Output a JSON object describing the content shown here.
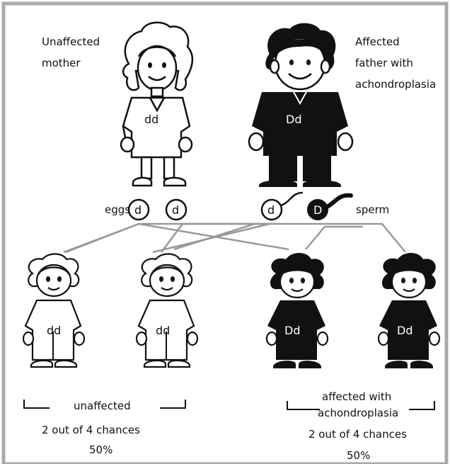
{
  "parents": {
    "mother": {
      "label_line1": "Unaffected",
      "label_line2": "mother",
      "genotype": "dd"
    },
    "father": {
      "label_line1": "Affected",
      "label_line2": "father with",
      "label_line3": "achondroplasia",
      "genotype": "Dd"
    }
  },
  "gametes": {
    "eggs_label": "eggs",
    "sperm_label": "sperm",
    "eggs": [
      "d",
      "d"
    ],
    "sperm": [
      "d",
      "D"
    ]
  },
  "children": [
    {
      "genotype": "dd",
      "affected": false
    },
    {
      "genotype": "dd",
      "affected": false
    },
    {
      "genotype": "Dd",
      "affected": true
    },
    {
      "genotype": "Dd",
      "affected": true
    }
  ],
  "groups": {
    "unaffected": {
      "label": "unaffected",
      "chances": "2 out of 4 chances",
      "percent": "50%"
    },
    "affected": {
      "label_line1": "affected with",
      "label_line2": "achondroplasia",
      "chances": "2 out of 4 chances",
      "percent": "50%"
    }
  },
  "colors": {
    "affected_fill": "#111111",
    "unaffected_fill": "#ffffff",
    "line": "#999999",
    "border": "#aaaaaa"
  }
}
